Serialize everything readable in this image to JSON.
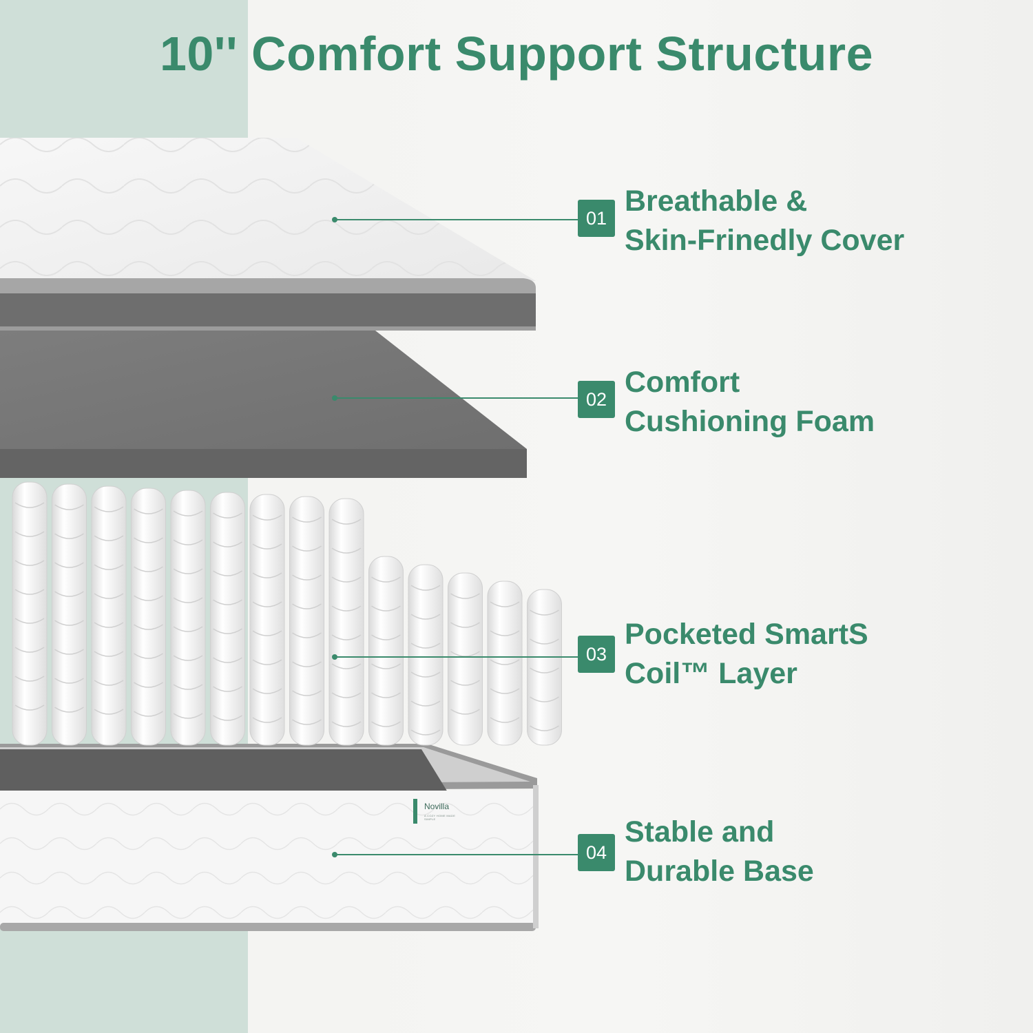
{
  "title": "10'' Comfort Support Structure",
  "colors": {
    "accent": "#3a8a6c",
    "band": "#cfdfd8",
    "cover_top": "#f4f4f4",
    "cover_side": "#6e6e6e",
    "foam": "#797979",
    "coil": "#efefef",
    "base": "#f6f6f6",
    "trim": "#a5a5a5"
  },
  "layers": [
    {
      "number": "01",
      "lines": [
        "Breathable &",
        "Skin-Frinedly Cover"
      ]
    },
    {
      "number": "02",
      "lines": [
        "Comfort",
        "Cushioning Foam"
      ]
    },
    {
      "number": "03",
      "lines": [
        "Pocketed SmartS",
        "Coil™ Layer"
      ]
    },
    {
      "number": "04",
      "lines": [
        "Stable and",
        "Durable Base"
      ]
    }
  ],
  "brand": {
    "name": "Novilla",
    "slogan": "A COZY HOME MADE SIMPLE"
  }
}
